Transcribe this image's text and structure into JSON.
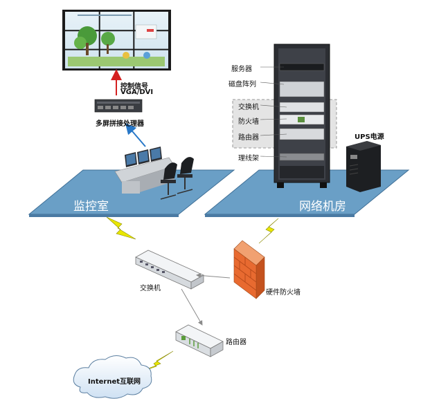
{
  "labels": {
    "control_signal": "控制信号",
    "vga_dvi": "VGA/DVI",
    "splicer": "多屏拼接处理器",
    "monitor_room": "监控室",
    "machine_room": "网络机房",
    "server": "服务器",
    "disk_array": "磁盘阵列",
    "rack_switch": "交换机",
    "rack_firewall": "防火墙",
    "rack_router": "路由器",
    "cable_tray": "理线架",
    "ups": "UPS电源",
    "switch": "交换机",
    "hw_firewall": "硬件防火墙",
    "router": "路由器",
    "internet": "Internet互联网"
  },
  "colors": {
    "platform": "#6a9fc6",
    "platform_edge": "#3f6f96",
    "lightning": "#e8e600",
    "arrow_red": "#d42020",
    "arrow_blue": "#2878c8",
    "firewall": "#e86a30"
  }
}
